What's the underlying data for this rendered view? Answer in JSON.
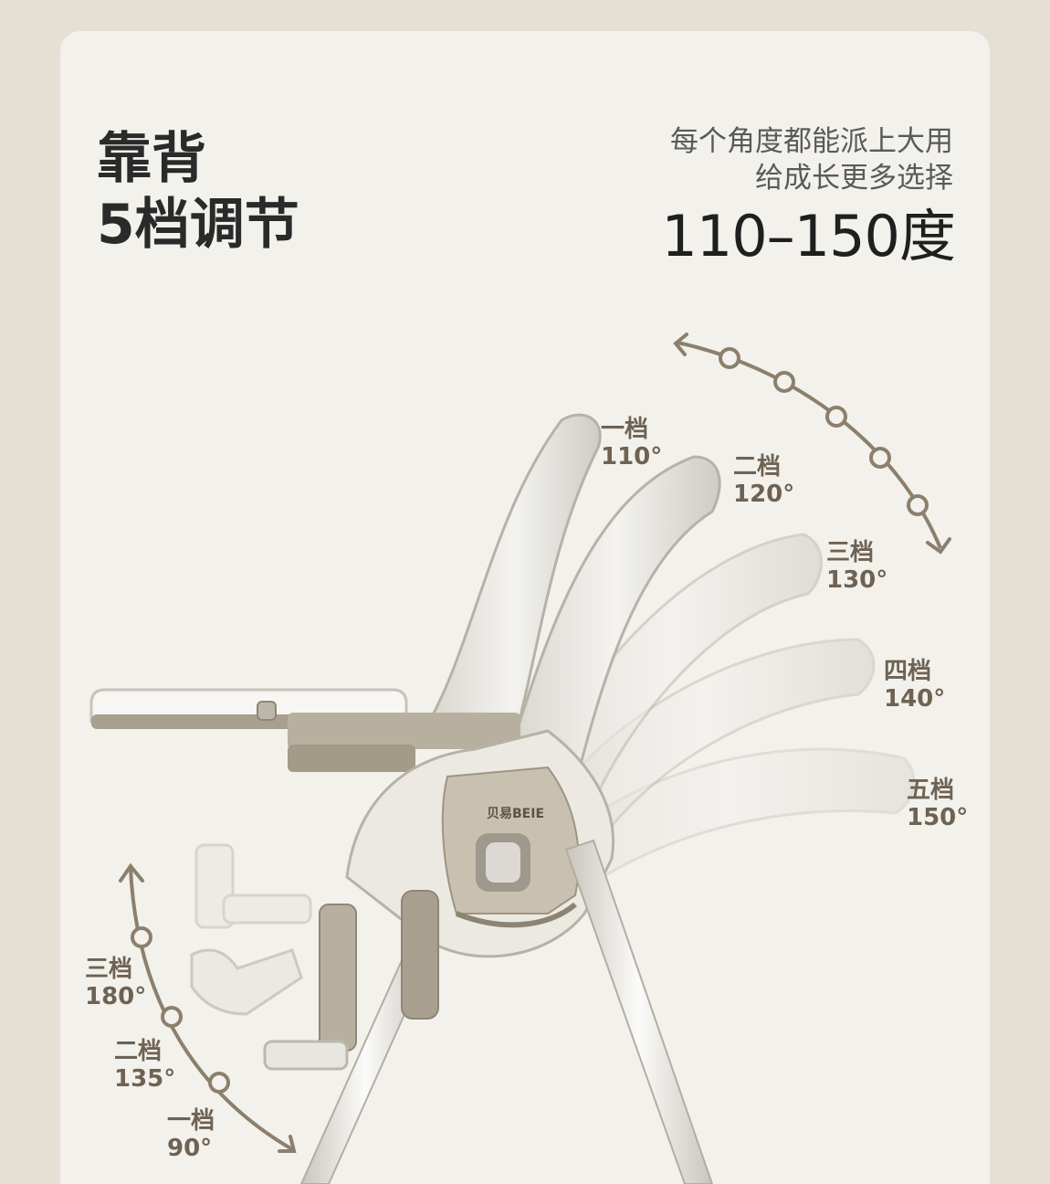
{
  "heading": {
    "line1": "靠背",
    "line2": "5档调节"
  },
  "subtitle": {
    "line1": "每个角度都能派上大用",
    "line2": "给成长更多选择"
  },
  "range": "110–150度",
  "brand": "贝易BEIE",
  "backrest_positions": [
    {
      "gear": "一档",
      "angle": "110°"
    },
    {
      "gear": "二档",
      "angle": "120°"
    },
    {
      "gear": "三档",
      "angle": "130°"
    },
    {
      "gear": "四档",
      "angle": "140°"
    },
    {
      "gear": "五档",
      "angle": "150°"
    }
  ],
  "footrest_positions": [
    {
      "gear": "三档",
      "angle": "180°"
    },
    {
      "gear": "二档",
      "angle": "135°"
    },
    {
      "gear": "一档",
      "angle": "90°"
    }
  ],
  "colors": {
    "background": "#e6e0d4",
    "panel": "#f3f1ec",
    "accent": "#8c7f6d",
    "text": "#2a2a2a"
  }
}
